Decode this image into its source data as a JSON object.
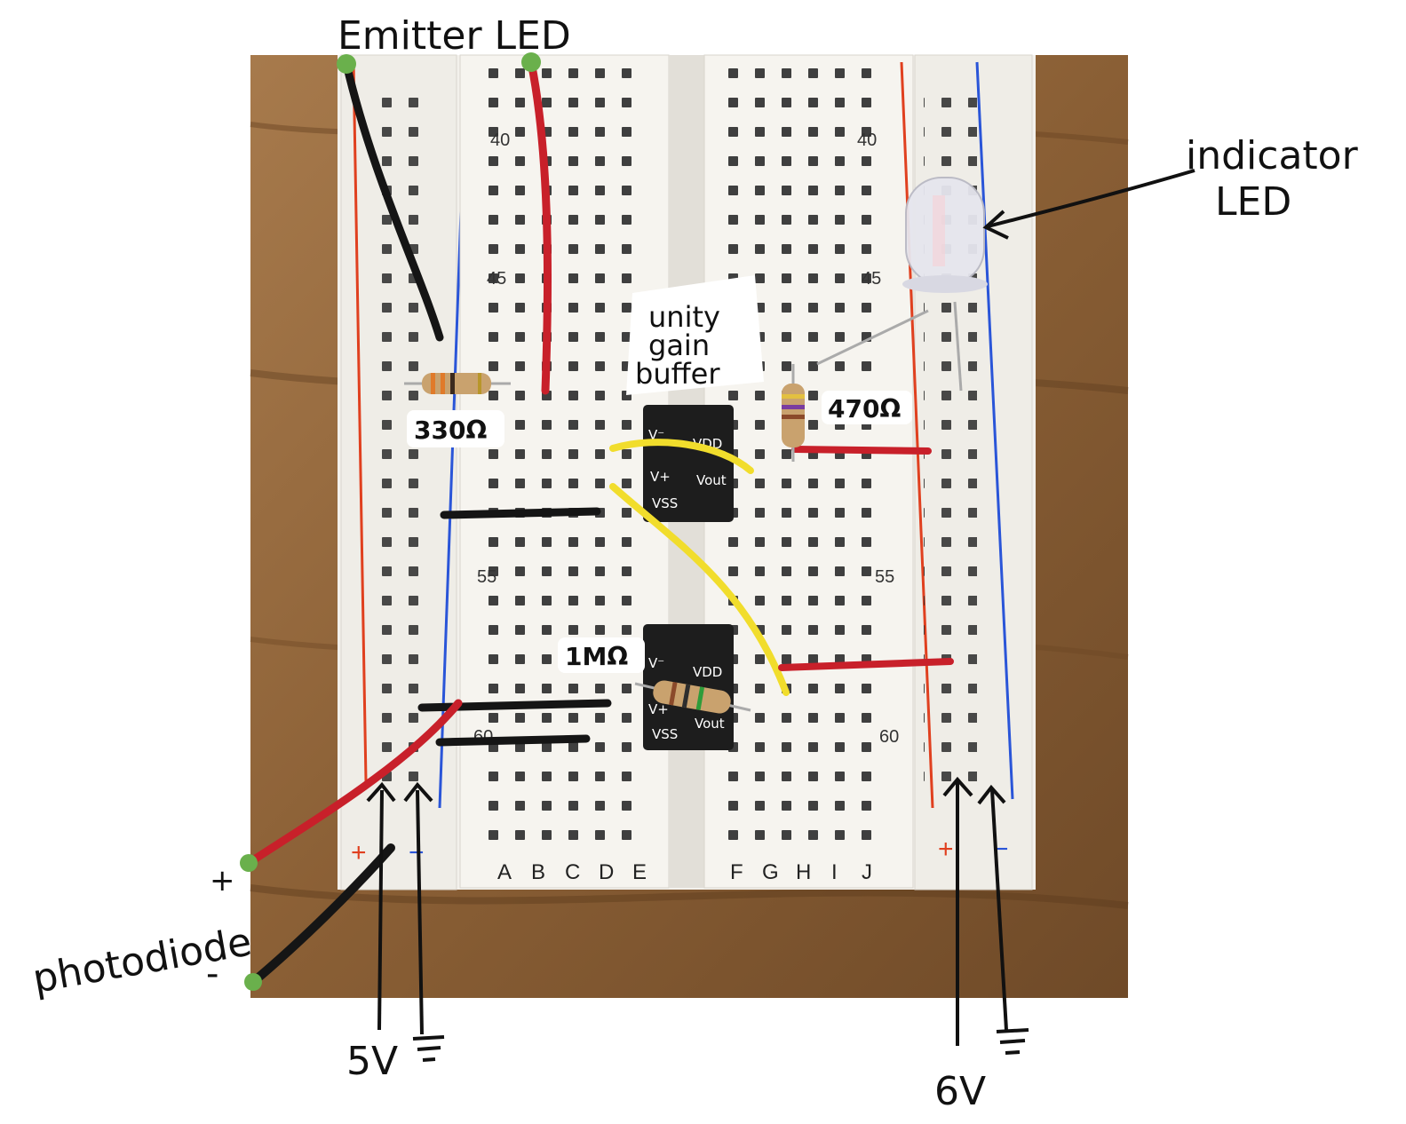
{
  "labels": {
    "emitter_led": "Emitter LED",
    "indicator_led_line1": "indicator",
    "indicator_led_line2": "LED",
    "unity_line1": "unity",
    "unity_line2": "gain",
    "unity_line3": "buffer",
    "r330": "330Ω",
    "r470": "470Ω",
    "r1m": "1MΩ",
    "photodiode": "photodiode",
    "plus": "+",
    "minus": "-",
    "v5": "5V",
    "v6": "6V"
  },
  "chip_pins": {
    "v_minus": "V⁻",
    "v_plus": "V+",
    "vdd": "VDD",
    "vss": "VSS",
    "vout": "Vout"
  },
  "row_numbers": [
    "40",
    "45",
    "55",
    "60"
  ],
  "columns_left": [
    "A",
    "B",
    "C",
    "D",
    "E"
  ],
  "columns_right": [
    "F",
    "G",
    "H",
    "I",
    "J"
  ],
  "rail_signs": {
    "plus": "+",
    "minus": "−"
  },
  "colors": {
    "wood": "#8a5f35",
    "board": "#f2f0ea",
    "rail_red": "#e0401f",
    "rail_blue": "#2a55d8",
    "wire_red": "#c8202a",
    "wire_black": "#151515",
    "wire_yellow": "#f1dd2c",
    "marker_green": "#6ab04c"
  }
}
